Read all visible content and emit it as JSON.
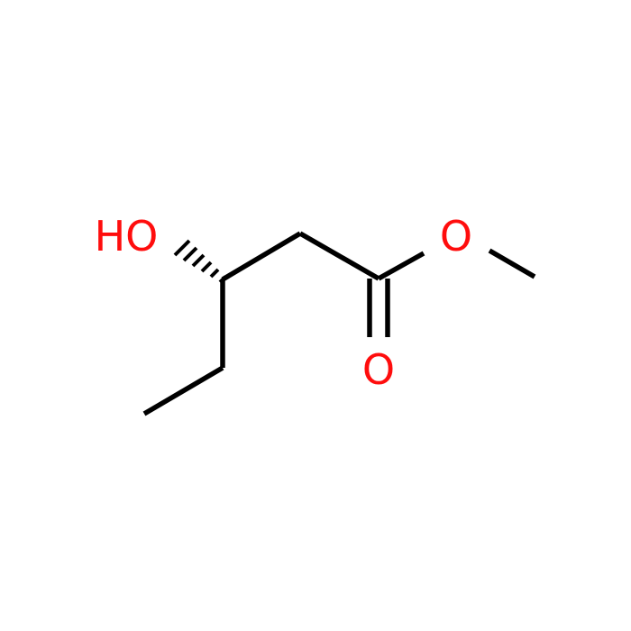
{
  "atoms": {
    "hydroxyl": "HO",
    "ester_oxygen": "O",
    "carbonyl_oxygen": "O"
  },
  "colors": {
    "bond": "#000000",
    "heteroatom": "#ff0d0d",
    "background": "#ffffff"
  }
}
